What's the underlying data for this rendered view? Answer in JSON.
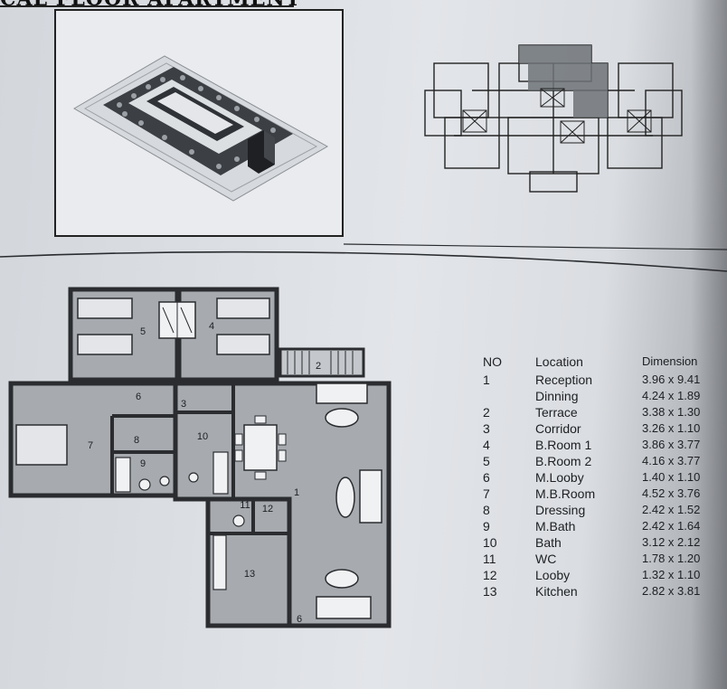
{
  "header": {
    "title": "CAL FLOOR APARTMENT"
  },
  "legend": {
    "headers": {
      "no": "NO",
      "location": "Location",
      "dimension": "Dimension"
    },
    "rows": [
      {
        "no": "1",
        "location": "Reception",
        "dimension": "3.96 x 9.41"
      },
      {
        "no": "",
        "location": "Dinning",
        "dimension": "4.24 x 1.89"
      },
      {
        "no": "2",
        "location": "Terrace",
        "dimension": "3.38 x 1.30"
      },
      {
        "no": "3",
        "location": "Corridor",
        "dimension": "3.26 x 1.10"
      },
      {
        "no": "4",
        "location": "B.Room 1",
        "dimension": "3.86 x 3.77"
      },
      {
        "no": "5",
        "location": "B.Room 2",
        "dimension": "4.16 x 3.77"
      },
      {
        "no": "6",
        "location": "M.Looby",
        "dimension": "1.40 x 1.10"
      },
      {
        "no": "7",
        "location": "M.B.Room",
        "dimension": "4.52 x 3.76"
      },
      {
        "no": "8",
        "location": "Dressing",
        "dimension": "2.42 x 1.52"
      },
      {
        "no": "9",
        "location": "M.Bath",
        "dimension": "2.42 x 1.64"
      },
      {
        "no": "10",
        "location": "Bath",
        "dimension": "3.12 x 2.12"
      },
      {
        "no": "11",
        "location": "WC",
        "dimension": "1.78 x 1.20"
      },
      {
        "no": "12",
        "location": "Looby",
        "dimension": "1.32 x 1.10"
      },
      {
        "no": "13",
        "location": "Kitchen",
        "dimension": "2.82 x 3.81"
      }
    ]
  },
  "plan_labels": {
    "room1": "1",
    "room2": "2",
    "room3": "3",
    "room4": "4",
    "room5": "5",
    "room6a": "6",
    "room6b": "6",
    "room7": "7",
    "room8": "8",
    "room9": "9",
    "room10": "10",
    "room11": "11",
    "room12": "12",
    "room13": "13"
  },
  "colors": {
    "room_fill": "#a7abb0",
    "wall": "#2a2c2f",
    "highlight": "#6f7378"
  }
}
